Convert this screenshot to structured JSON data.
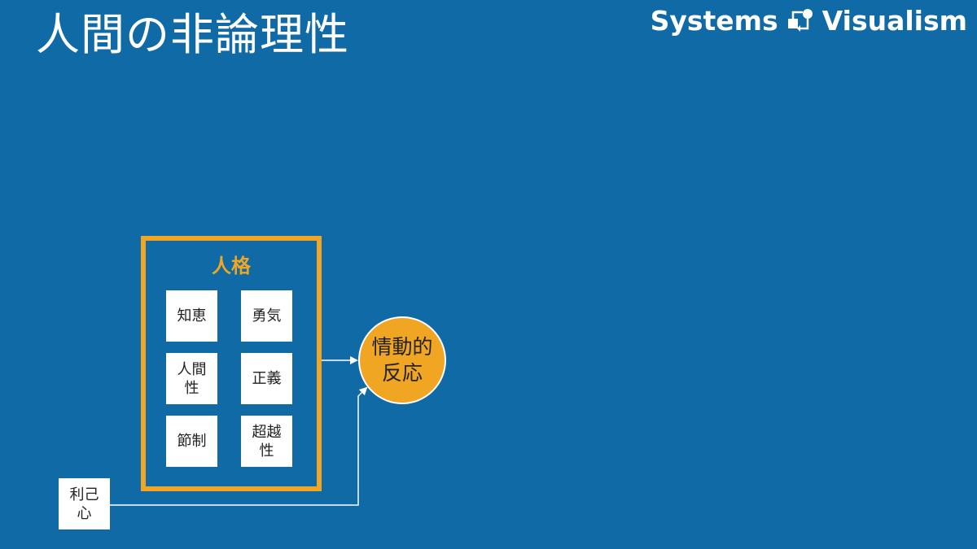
{
  "slide": {
    "title": "人間の非論理性"
  },
  "brand": {
    "left_word": "Systems",
    "right_word": "Visualism",
    "logo_icon": "systems-visualism-logo-icon"
  },
  "diagram": {
    "personality_label": "人格",
    "virtues": {
      "wisdom": "知恵",
      "courage": "勇気",
      "humanity": "人間性",
      "justice": "正義",
      "temperance": "節制",
      "transcendence": "超越性"
    },
    "emotional_response": "情動的反応",
    "selfishness": "利己心"
  },
  "colors": {
    "background": "#0f6aa6",
    "accent": "#f0a623",
    "box": "#ffffff",
    "text_dark": "#222222"
  }
}
